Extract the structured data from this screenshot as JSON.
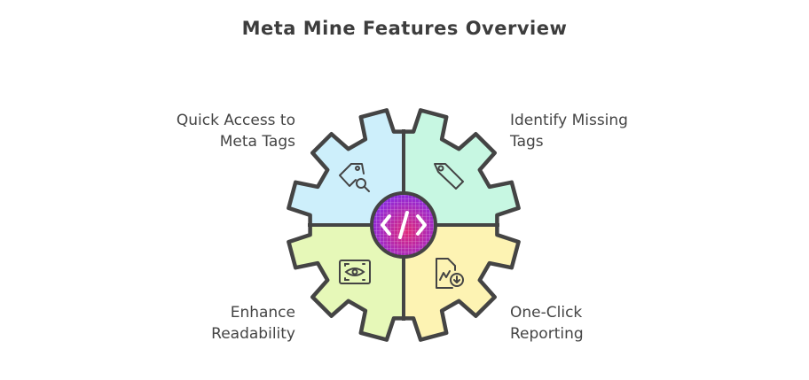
{
  "title": "Meta Mine Features Overview",
  "center_icon": "code-icon",
  "quadrants": [
    {
      "label_line1": "Quick Access to",
      "label_line2": "Meta Tags",
      "icon": "tag-search-icon",
      "color": "#cdeffb"
    },
    {
      "label_line1": "Identify Missing",
      "label_line2": "Tags",
      "icon": "tag-icon",
      "color": "#c7f7e2"
    },
    {
      "label_line1": "Enhance",
      "label_line2": "Readability",
      "icon": "eye-scan-icon",
      "color": "#e6f8b8"
    },
    {
      "label_line1": "One-Click",
      "label_line2": "Reporting",
      "icon": "report-download-icon",
      "color": "#fdf3b3"
    }
  ],
  "colors": {
    "stroke": "#444444",
    "center": "#9b2bd6",
    "center_accent": "#e0287a"
  }
}
